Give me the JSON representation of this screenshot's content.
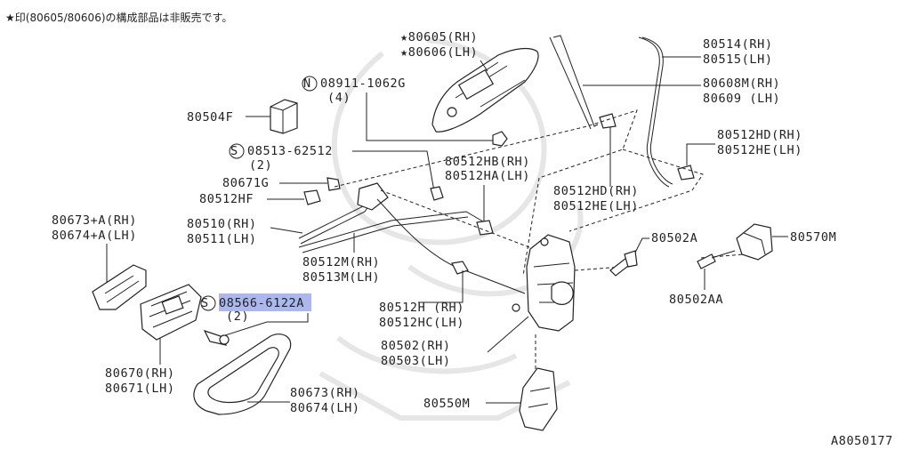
{
  "note": "★印(80605/80606)の構成部品は非販売です。",
  "diagram_id": "A8050177",
  "highlight_color": "#8ea0e8",
  "labels": {
    "p80605": "★80605(RH)",
    "p80606": "★80606(LH)",
    "p08911": "08911-1062G",
    "p08911_qty": "(4)",
    "p80504F": "80504F",
    "p08513": "08513-62512",
    "p08513_qty": "(2)",
    "p80671G": "80671G",
    "p80512HF": "80512HF",
    "p80673A": "80673+A(RH)",
    "p80674A": "80674+A(LH)",
    "p80510": "80510(RH)",
    "p80511": "80511(LH)",
    "p80512M": "80512M(RH)",
    "p80513M": "80513M(LH)",
    "p08566": "08566-6122A",
    "p08566_qty": "(2)",
    "p80670": "80670(RH)",
    "p80671": "80671(LH)",
    "p80673": "80673(RH)",
    "p80674": "80674(LH)",
    "p80512HB": "80512HB(RH)",
    "p80512HA": "80512HA(LH)",
    "p80512H": "80512H  (RH)",
    "p80512HC": "80512HC(LH)",
    "p80502": "80502(RH)",
    "p80503": "80503(LH)",
    "p80550M": "80550M",
    "p80514": "80514(RH)",
    "p80515": "80515(LH)",
    "p80608M": "80608M(RH)",
    "p80609": "80609 (LH)",
    "p80512HD_a": "80512HD(RH)",
    "p80512HE_a": "80512HE(LH)",
    "p80512HD_b": "80512HD(RH)",
    "p80512HE_b": "80512HE(LH)",
    "p80502A": "80502A",
    "p80570M": "80570M",
    "p80502AA": "80502AA",
    "circle_n": "N",
    "circle_s": "S"
  }
}
